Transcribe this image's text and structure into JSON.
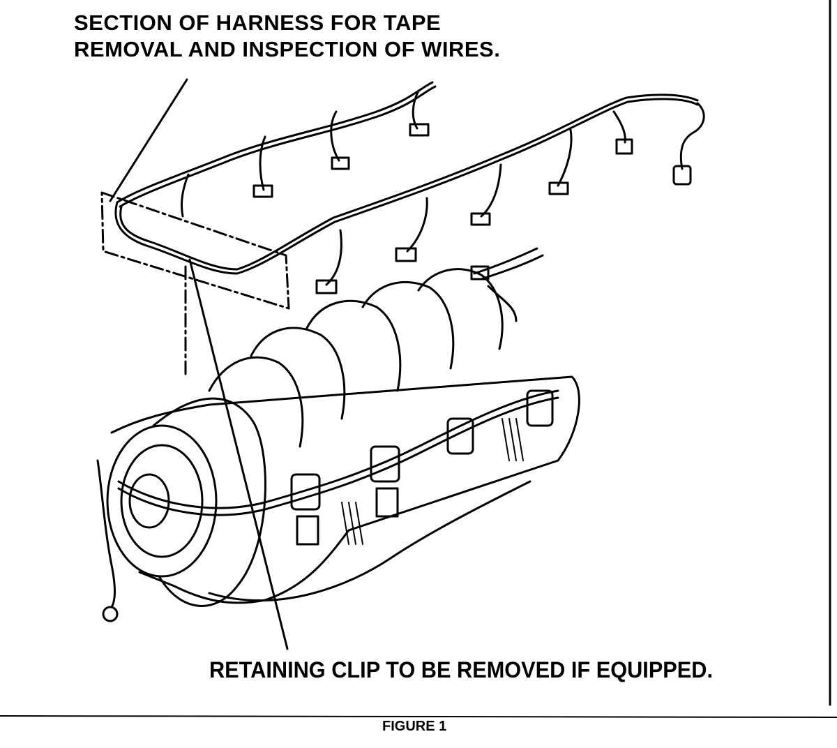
{
  "labels": {
    "harness_line1": "SECTION OF HARNESS FOR TAPE",
    "harness_line2": "REMOVAL AND INSPECTION OF WIRES.",
    "clip": "RETAINING CLIP TO BE REMOVED IF EQUIPPED.",
    "figure": "FIGURE 1"
  }
}
